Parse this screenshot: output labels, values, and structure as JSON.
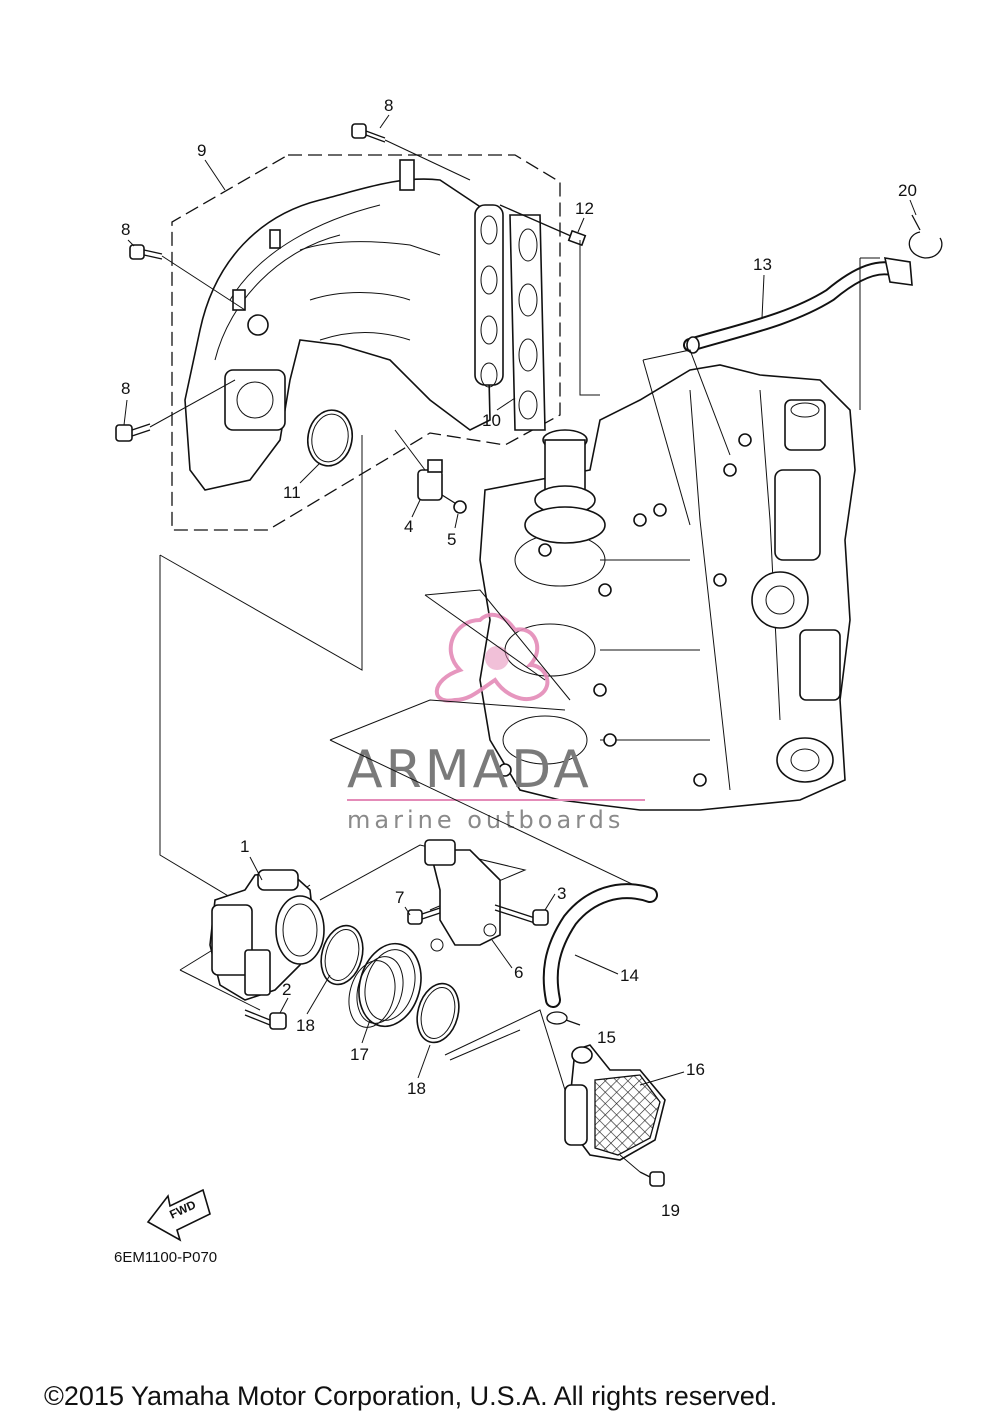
{
  "callouts": [
    {
      "id": "label-8a",
      "text": "8"
    },
    {
      "id": "label-9",
      "text": "9"
    },
    {
      "id": "label-8b",
      "text": "8"
    },
    {
      "id": "label-12",
      "text": "12"
    },
    {
      "id": "label-20",
      "text": "20"
    },
    {
      "id": "label-13",
      "text": "13"
    },
    {
      "id": "label-8c",
      "text": "8"
    },
    {
      "id": "label-10",
      "text": "10"
    },
    {
      "id": "label-11",
      "text": "11"
    },
    {
      "id": "label-4",
      "text": "4"
    },
    {
      "id": "label-5",
      "text": "5"
    },
    {
      "id": "label-1",
      "text": "1"
    },
    {
      "id": "label-3",
      "text": "3"
    },
    {
      "id": "label-7",
      "text": "7"
    },
    {
      "id": "label-6",
      "text": "6"
    },
    {
      "id": "label-14",
      "text": "14"
    },
    {
      "id": "label-2",
      "text": "2"
    },
    {
      "id": "label-18a",
      "text": "18"
    },
    {
      "id": "label-17",
      "text": "17"
    },
    {
      "id": "label-15",
      "text": "15"
    },
    {
      "id": "label-16",
      "text": "16"
    },
    {
      "id": "label-18b",
      "text": "18"
    },
    {
      "id": "label-19",
      "text": "19"
    }
  ],
  "watermark": {
    "brand": "ARMADA",
    "tagline": "marine outboards",
    "brand_color": "#e48bb8"
  },
  "fwd_label": "FWD",
  "diagram_code": "6EM1100-P070",
  "copyright": "©2015 Yamaha Motor Corporation, U.S.A. All rights reserved."
}
